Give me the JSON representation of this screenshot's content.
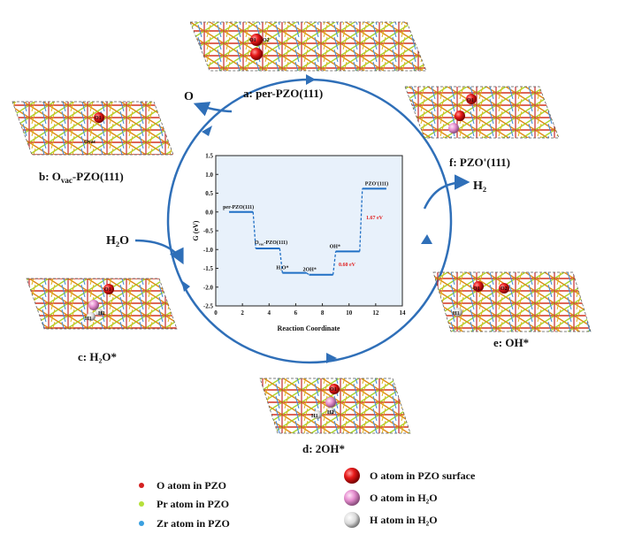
{
  "panels": {
    "a": "a: per-PZO(111)",
    "b_prefix": "b: O",
    "b_sub": "vac",
    "b_suffix": "-PZO(111)",
    "c": "c: H₂O*",
    "d": "d: 2OH*",
    "e": "e: OH*",
    "f": "f: PZO'(111)"
  },
  "flows": {
    "o_out": "O",
    "h2o_in": "H₂O",
    "h2_out": "H₂"
  },
  "atom_tags": {
    "o1": "O1",
    "o2": "O2",
    "h1": "H1",
    "h2": "H2",
    "ovac": "Ovac"
  },
  "chart_data": {
    "type": "line",
    "xlabel": "Reaction Coordinate",
    "ylabel": "G (eV)",
    "xlim": [
      0,
      14
    ],
    "ylim": [
      -2.5,
      1.5
    ],
    "xticks": [
      0,
      2,
      4,
      6,
      8,
      10,
      12,
      14
    ],
    "yticks": [
      1.5,
      1.0,
      0.5,
      0.0,
      -0.5,
      -1.0,
      -1.5,
      -2.0,
      -2.5
    ],
    "levels": [
      {
        "label": "per-PZO(111)",
        "x0": 1,
        "x1": 2.8,
        "y": 0.0
      },
      {
        "label": "Ovac-PZO(111)",
        "x0": 3,
        "x1": 4.8,
        "y": -0.97
      },
      {
        "label": "H₂O*",
        "x0": 5,
        "x1": 6.8,
        "y": -1.62
      },
      {
        "label": "2OH*",
        "x0": 7,
        "x1": 8.8,
        "y": -1.67
      },
      {
        "label": "OH*",
        "x0": 9,
        "x1": 10.8,
        "y": -1.05
      },
      {
        "label": "PZO'(111)",
        "x0": 11,
        "x1": 12.8,
        "y": 0.62
      }
    ],
    "annotations": [
      "0.60 eV",
      "1.67 eV"
    ],
    "line_color": "#1f6fc5",
    "annotation_color": "#e02020"
  },
  "legend_left": [
    {
      "label": "O atom in PZO",
      "color": "#d42020"
    },
    {
      "label": "Pr atom in PZO",
      "color": "#b5e03a"
    },
    {
      "label": "Zr atom in PZO",
      "color": "#3aa0e0"
    }
  ],
  "legend_right": [
    {
      "label": "O atom in PZO surface",
      "color": "#e61c1c"
    },
    {
      "label": "O atom in H₂O",
      "color": "#e88fd0"
    },
    {
      "label": "H atom in H₂O",
      "color": "#e8e8e8"
    }
  ]
}
